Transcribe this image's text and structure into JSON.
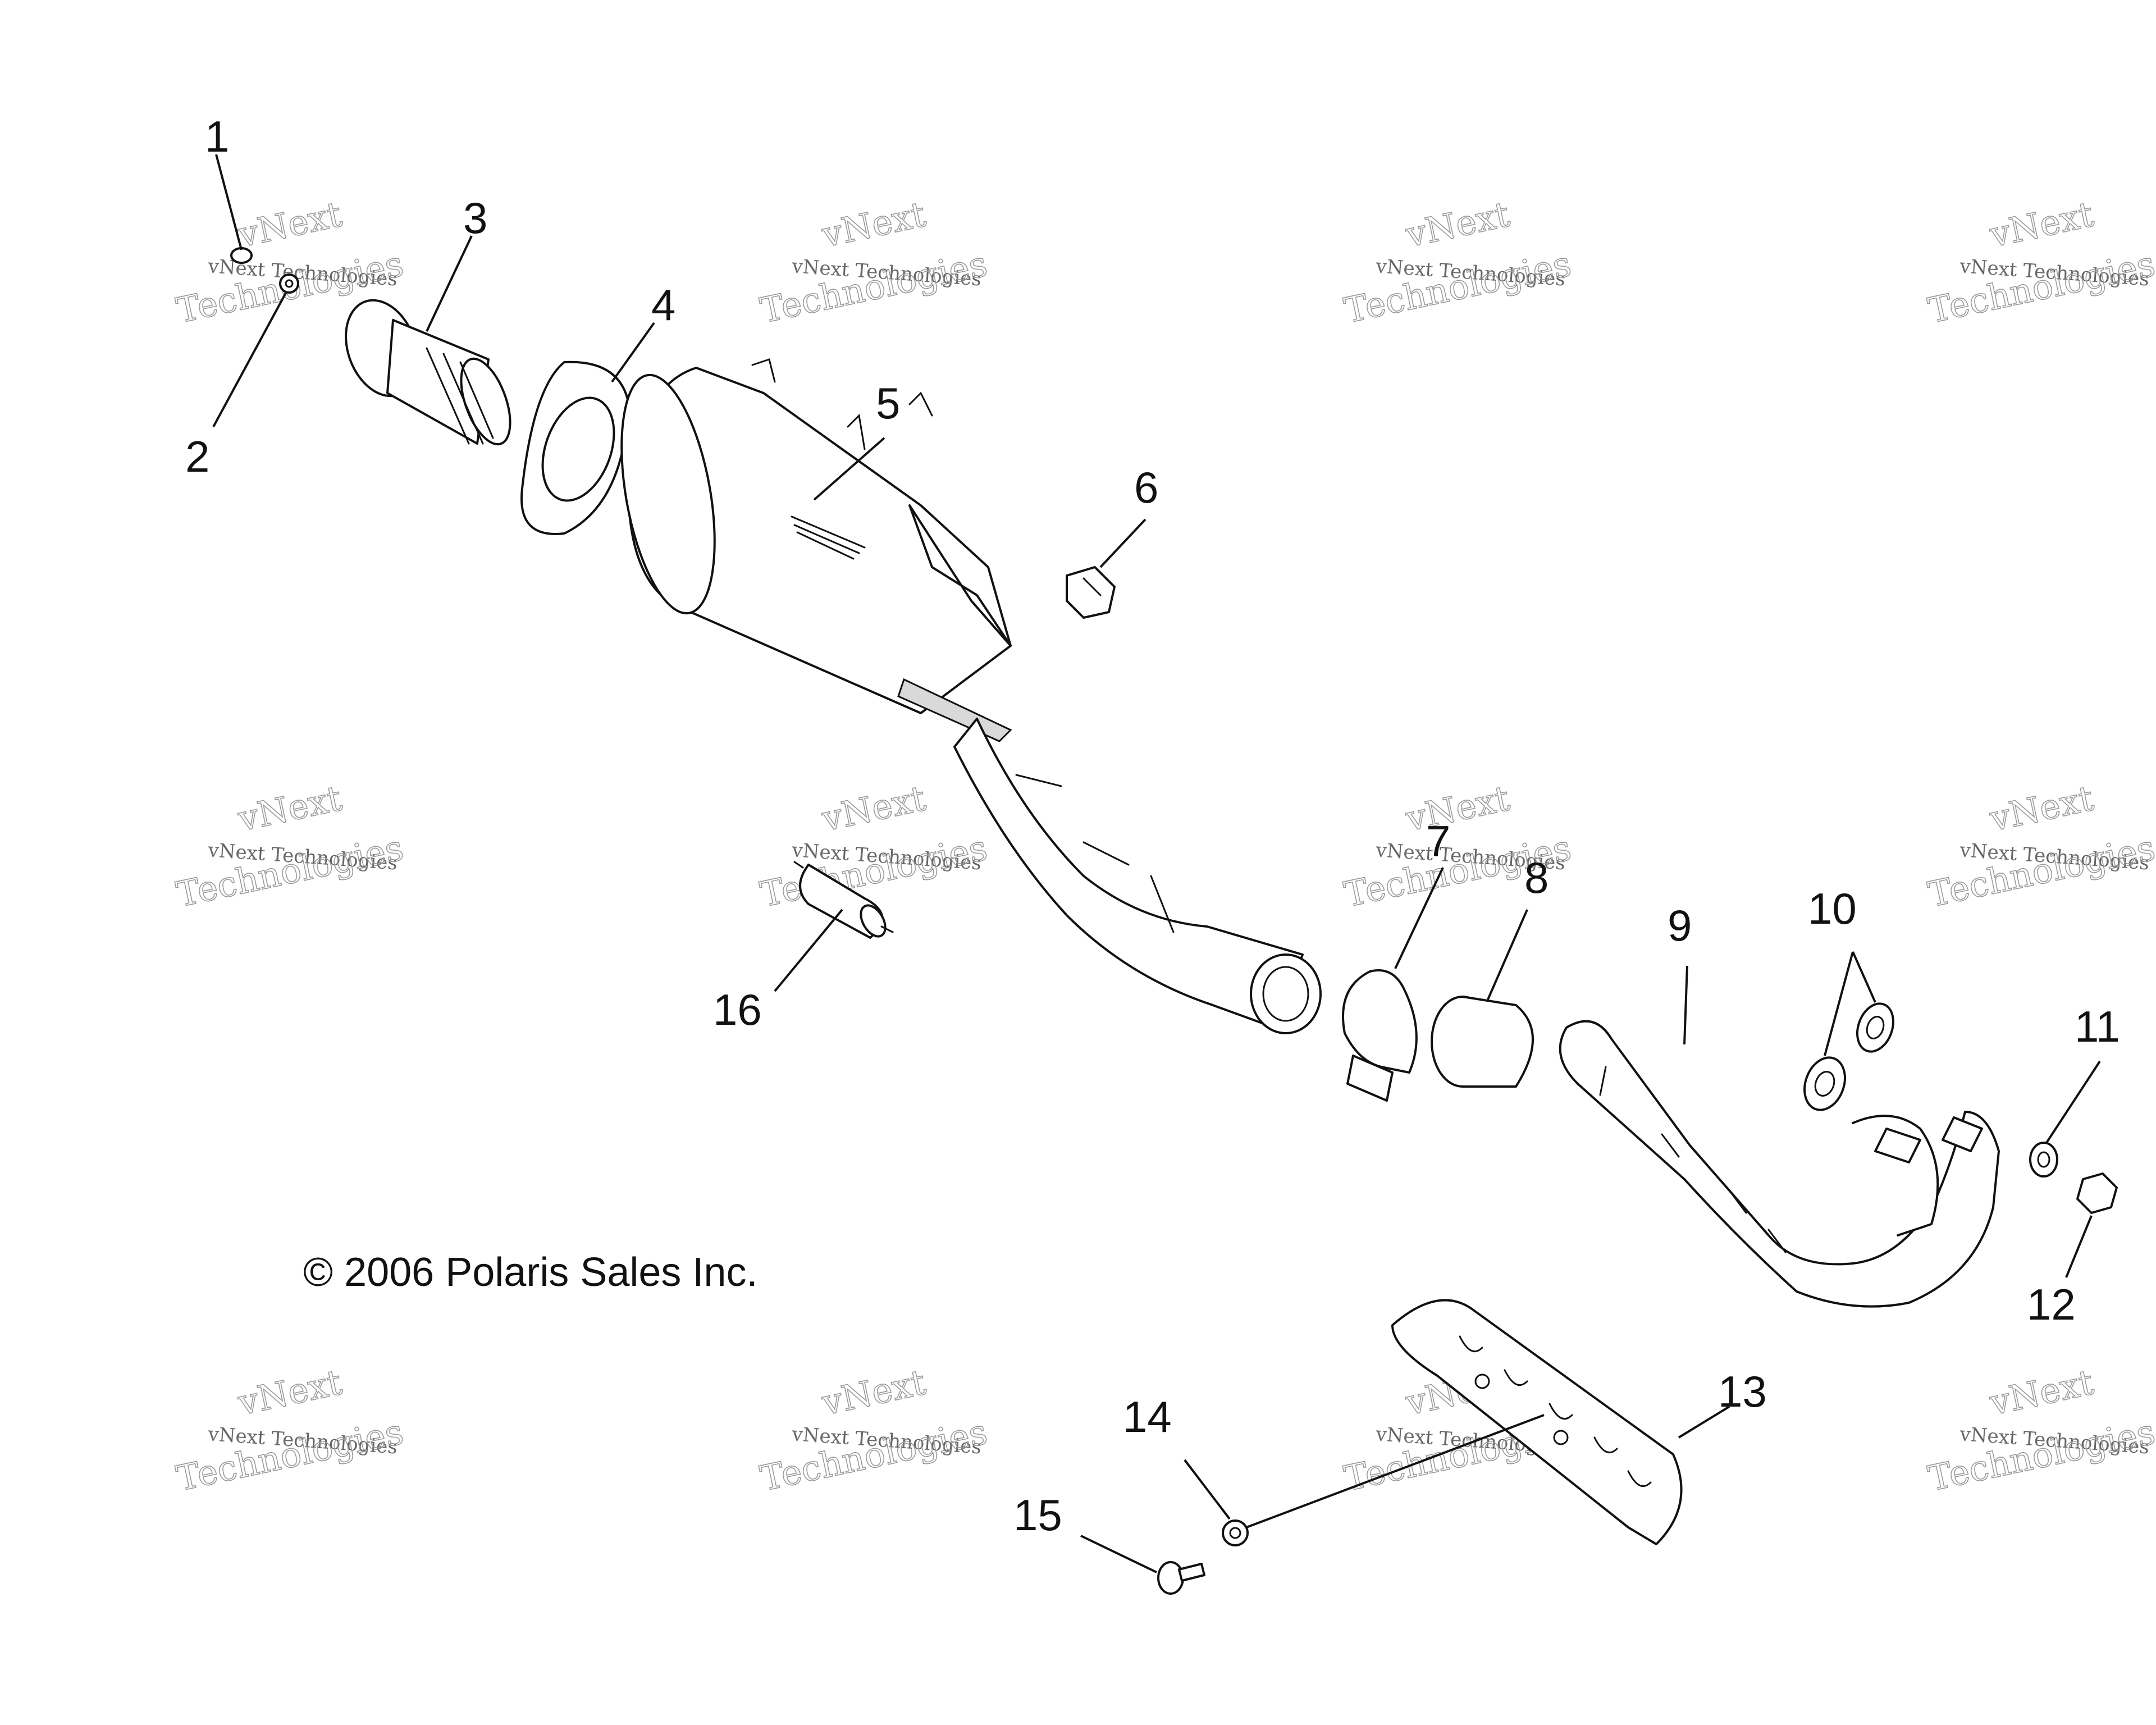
{
  "callouts": [
    "1",
    "2",
    "3",
    "4",
    "5",
    "6",
    "7",
    "8",
    "9",
    "10",
    "11",
    "12",
    "13",
    "14",
    "15",
    "16"
  ],
  "copyright": "© 2006 Polaris Sales Inc.",
  "watermark": {
    "line1": "vNext",
    "line2": "vNext Technologies",
    "line3": "Technologies"
  },
  "colors": {
    "line": "#111111",
    "watermark": "#9a9a9a"
  }
}
